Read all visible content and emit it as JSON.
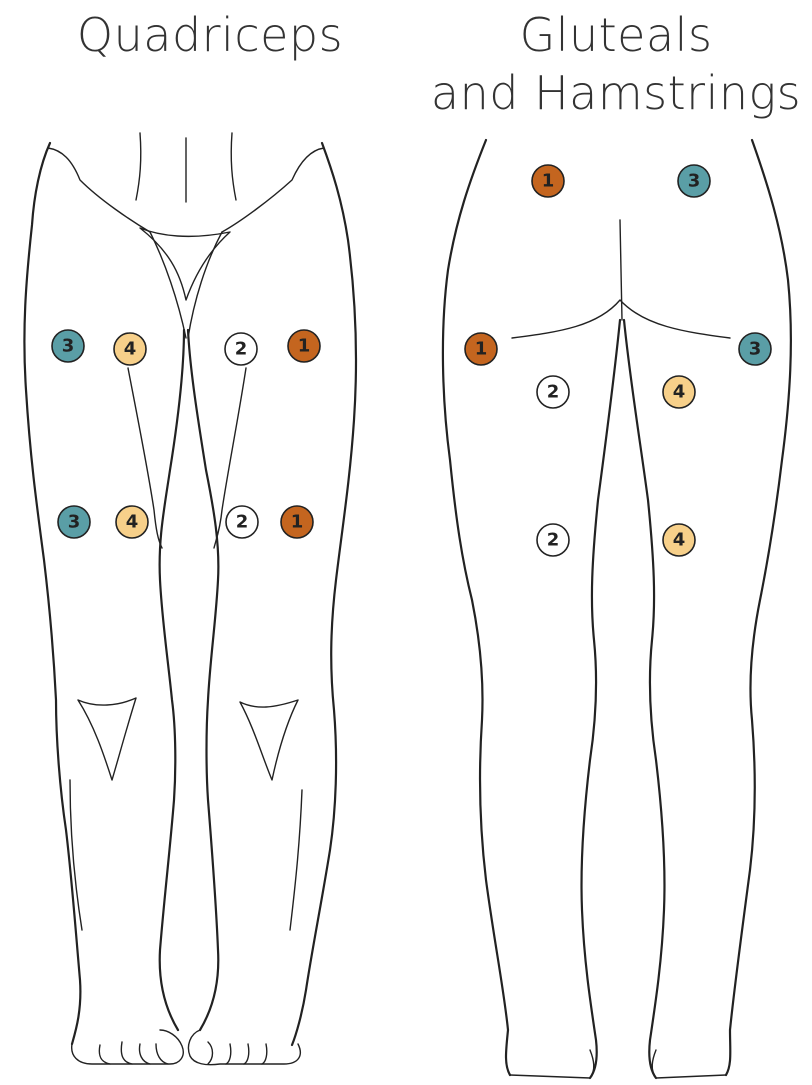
{
  "titles": {
    "left": "Quadriceps",
    "right_line1": "Gluteals",
    "right_line2": "and Hamstrings"
  },
  "colors": {
    "1": "#c4651f",
    "2": "#ffffff",
    "3": "#5a9ea6",
    "4": "#f7d08a",
    "outline": "#222222"
  },
  "markers": {
    "quadriceps": [
      {
        "label": "3",
        "site": "right-thigh-upper-outer"
      },
      {
        "label": "4",
        "site": "right-thigh-upper-inner"
      },
      {
        "label": "2",
        "site": "left-thigh-upper-inner"
      },
      {
        "label": "1",
        "site": "left-thigh-upper-outer"
      },
      {
        "label": "3",
        "site": "right-thigh-lower-outer"
      },
      {
        "label": "4",
        "site": "right-thigh-lower-inner"
      },
      {
        "label": "2",
        "site": "left-thigh-lower-inner"
      },
      {
        "label": "1",
        "site": "left-thigh-lower-outer"
      }
    ],
    "gluteals_hamstrings": [
      {
        "label": "1",
        "site": "left-gluteal-upper"
      },
      {
        "label": "3",
        "site": "right-gluteal-upper"
      },
      {
        "label": "1",
        "site": "left-hip-outer"
      },
      {
        "label": "3",
        "site": "right-hip-outer"
      },
      {
        "label": "2",
        "site": "left-hamstring-upper"
      },
      {
        "label": "4",
        "site": "right-hamstring-upper"
      },
      {
        "label": "2",
        "site": "left-hamstring-lower"
      },
      {
        "label": "4",
        "site": "right-hamstring-lower"
      }
    ]
  }
}
